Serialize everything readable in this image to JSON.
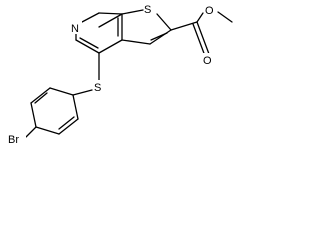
{
  "molecule": {
    "atoms": {
      "n_label": "N",
      "s_ring_label": "S",
      "s_thioether_label": "S",
      "o_carbonyl_label": "O",
      "o_ester_label": "O",
      "br_label": "Br"
    },
    "colors": {
      "bond": "#000000",
      "label": "#000000",
      "background": "#ffffff"
    }
  }
}
